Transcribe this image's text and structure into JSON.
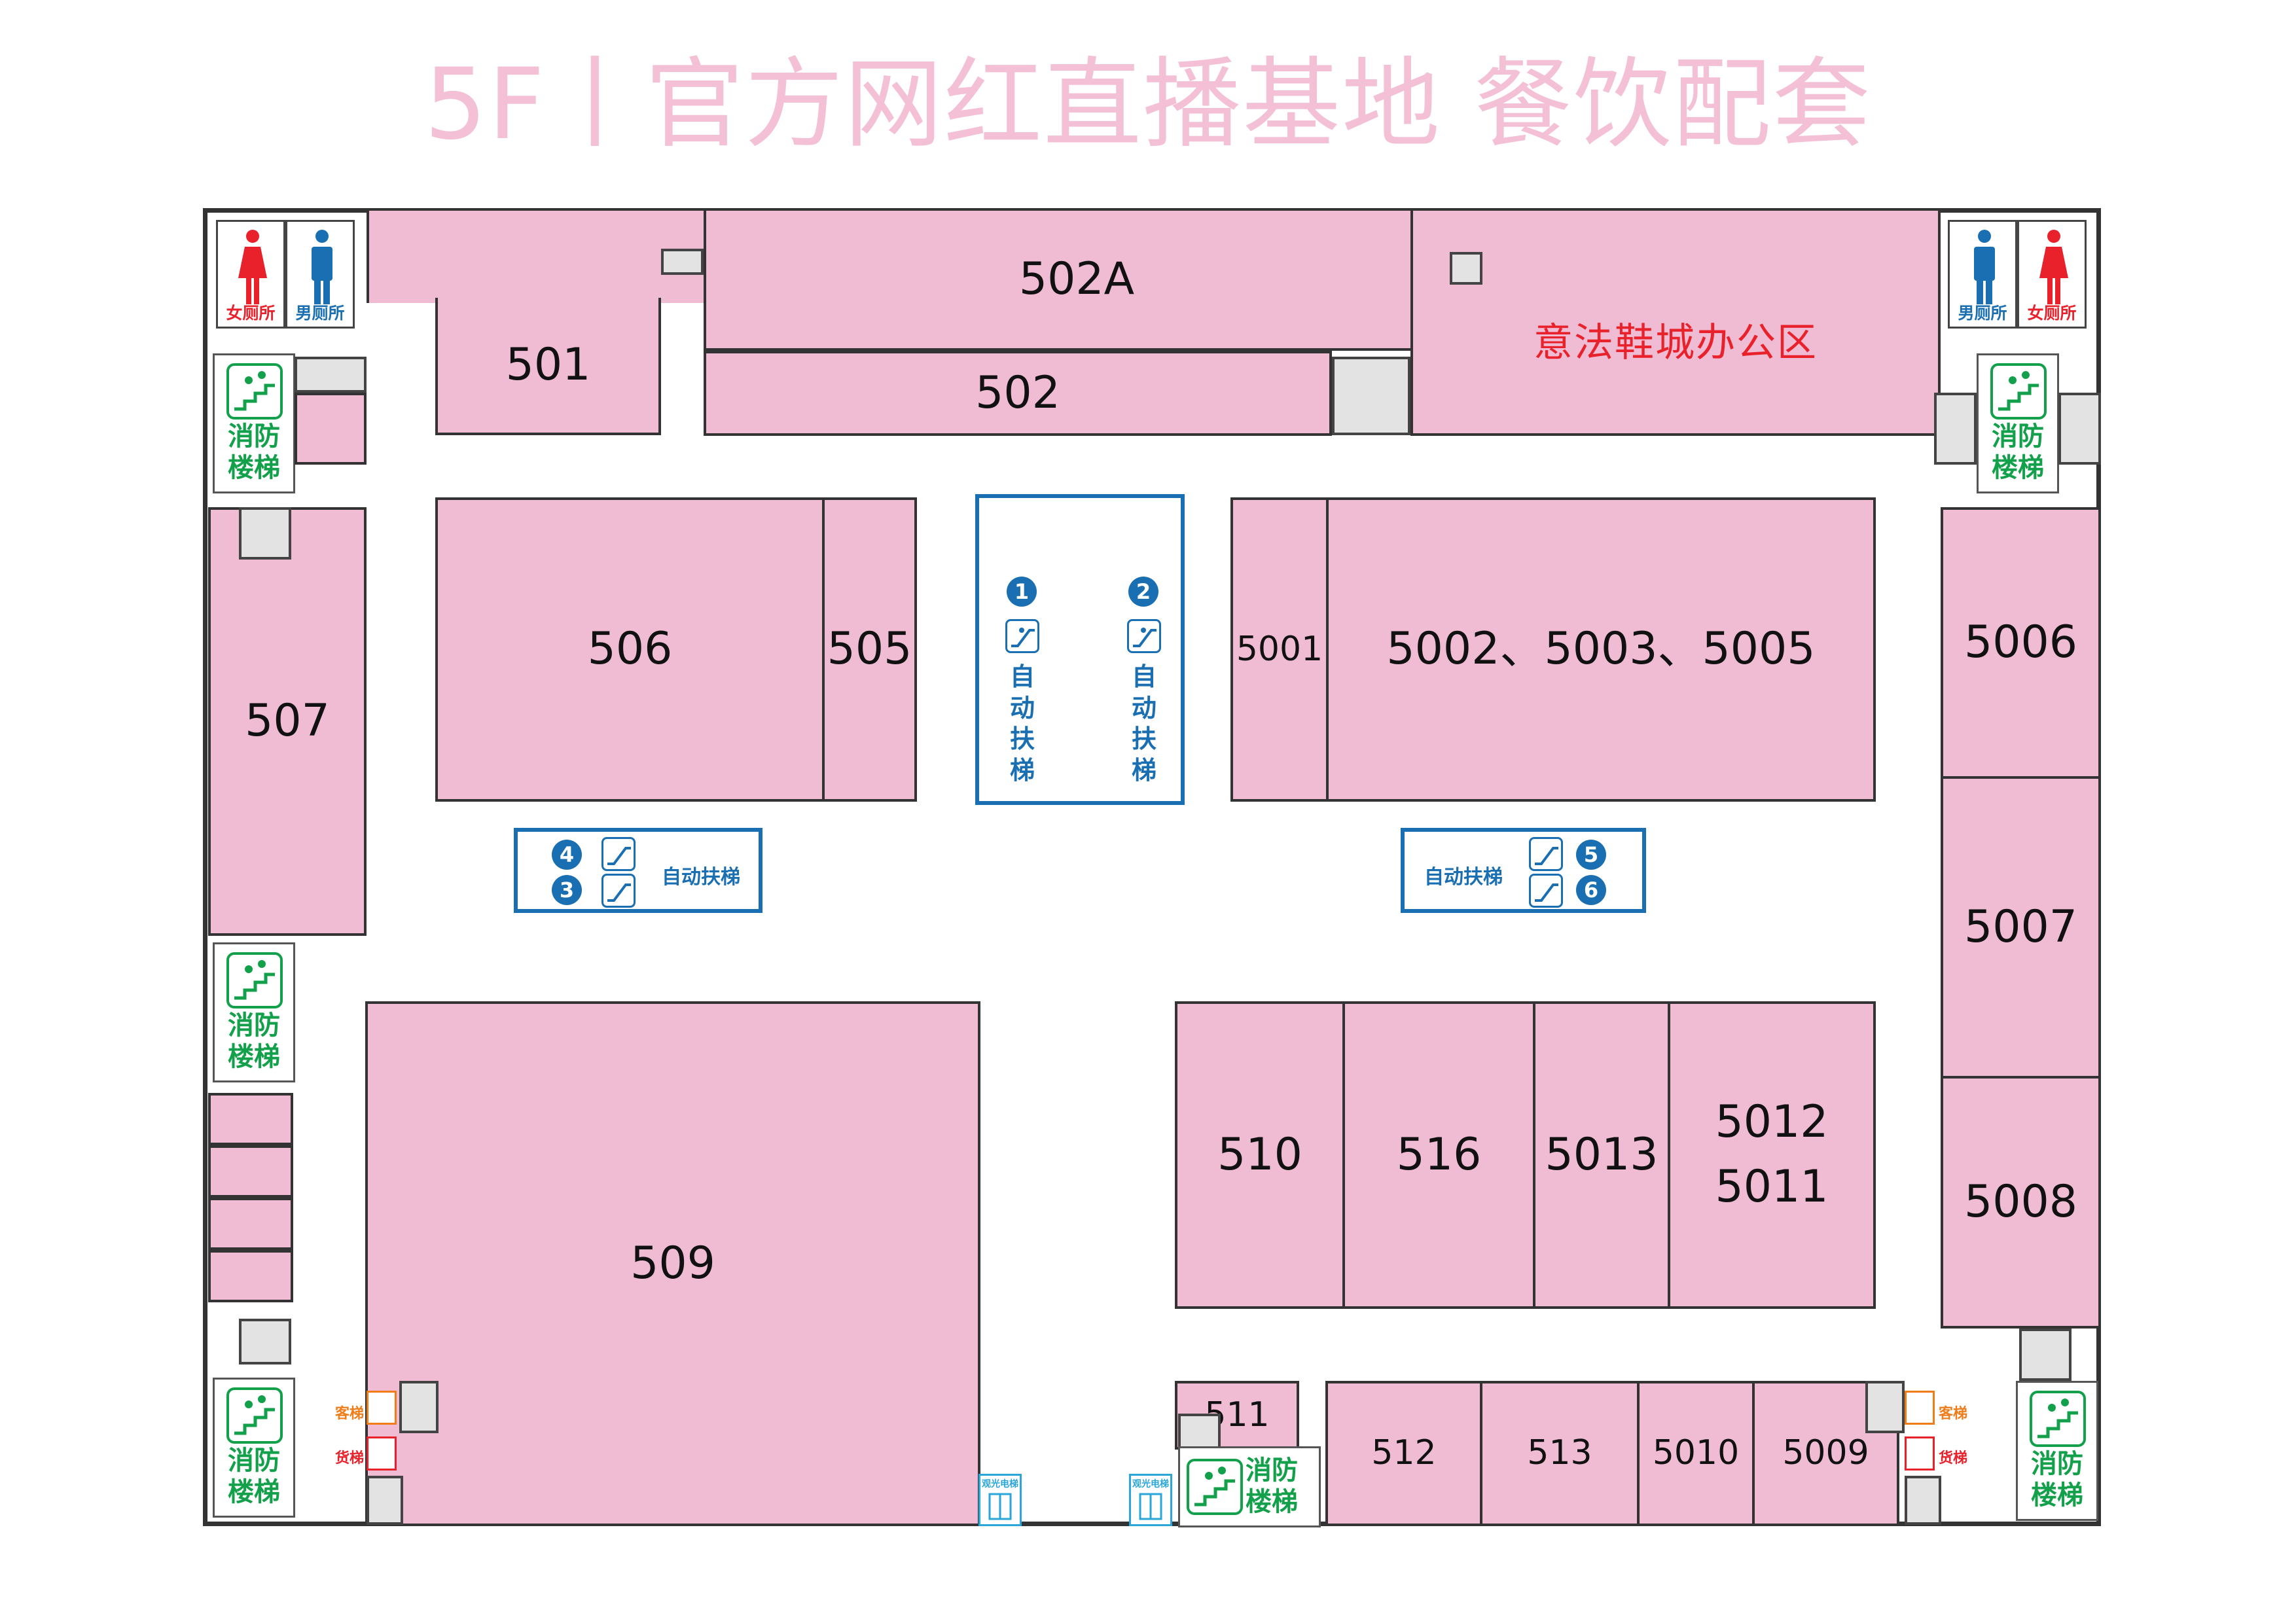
{
  "title": "5F丨官方网红直播基地 餐饮配套",
  "colors": {
    "shop_fill": "#efbcd4",
    "title": "#f3c0d6",
    "office_label": "#e8212b",
    "fire_stairs": "#13a04a",
    "escalator": "#1a6fb3",
    "passenger_lift": "#f07d1a",
    "freight_lift": "#e8212b",
    "sightseeing_lift": "#2aa6d9",
    "women": "#e8212b",
    "men": "#1a6fb3"
  },
  "shops": {
    "s501": "501",
    "s502a": "502A",
    "s502": "502",
    "s505": "505",
    "s506": "506",
    "s507": "507",
    "s509": "509",
    "s510": "510",
    "s511": "511",
    "s512": "512",
    "s513": "513",
    "s516": "516",
    "s5001": "5001",
    "s5002": "5002、5003、5005",
    "s5006": "5006",
    "s5007": "5007",
    "s5008": "5008",
    "s5009": "5009",
    "s5010": "5010",
    "s5012": "5012",
    "s5011": "5011",
    "s5013": "5013"
  },
  "office_label": "意法鞋城办公区",
  "toilets": {
    "women": "女厕所",
    "men": "男厕所"
  },
  "fire_stairs": {
    "line1": "消防",
    "line2": "楼梯"
  },
  "escalator": {
    "label": "自动扶梯",
    "vertical": [
      "自",
      "动",
      "扶",
      "梯"
    ],
    "numbers": [
      "1",
      "2",
      "3",
      "4",
      "5",
      "6"
    ]
  },
  "lifts": {
    "passenger": "客梯",
    "freight": "货梯",
    "sightseeing": "观光电梯"
  },
  "icons": [
    "women-icon",
    "men-icon",
    "fire-stairs-icon",
    "escalator-icon",
    "elevator-icon"
  ]
}
